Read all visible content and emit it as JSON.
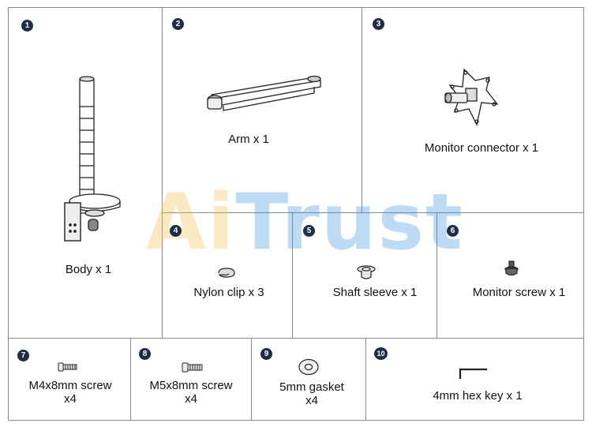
{
  "watermark": {
    "part1": "Ai",
    "part2": "Trust"
  },
  "parts": [
    {
      "num": "1",
      "label": "Body x 1",
      "icon": "monitor-pole-body-icon"
    },
    {
      "num": "2",
      "label": "Arm x 1",
      "icon": "arm-icon"
    },
    {
      "num": "3",
      "label": "Monitor connector x 1",
      "icon": "vesa-bracket-icon"
    },
    {
      "num": "4",
      "label": "Nylon clip x 3",
      "icon": "nylon-clip-icon"
    },
    {
      "num": "5",
      "label": "Shaft sleeve x 1",
      "icon": "shaft-sleeve-icon"
    },
    {
      "num": "6",
      "label": "Monitor screw x 1",
      "icon": "monitor-screw-icon"
    },
    {
      "num": "7",
      "label": "M4x8mm screw",
      "qty": "x4",
      "icon": "m4-screw-icon"
    },
    {
      "num": "8",
      "label": "M5x8mm screw",
      "qty": "x4",
      "icon": "m5-screw-icon"
    },
    {
      "num": "9",
      "label": "5mm gasket",
      "qty": "x4",
      "icon": "gasket-icon"
    },
    {
      "num": "10",
      "label": "4mm hex key x 1",
      "icon": "hex-key-icon"
    }
  ]
}
